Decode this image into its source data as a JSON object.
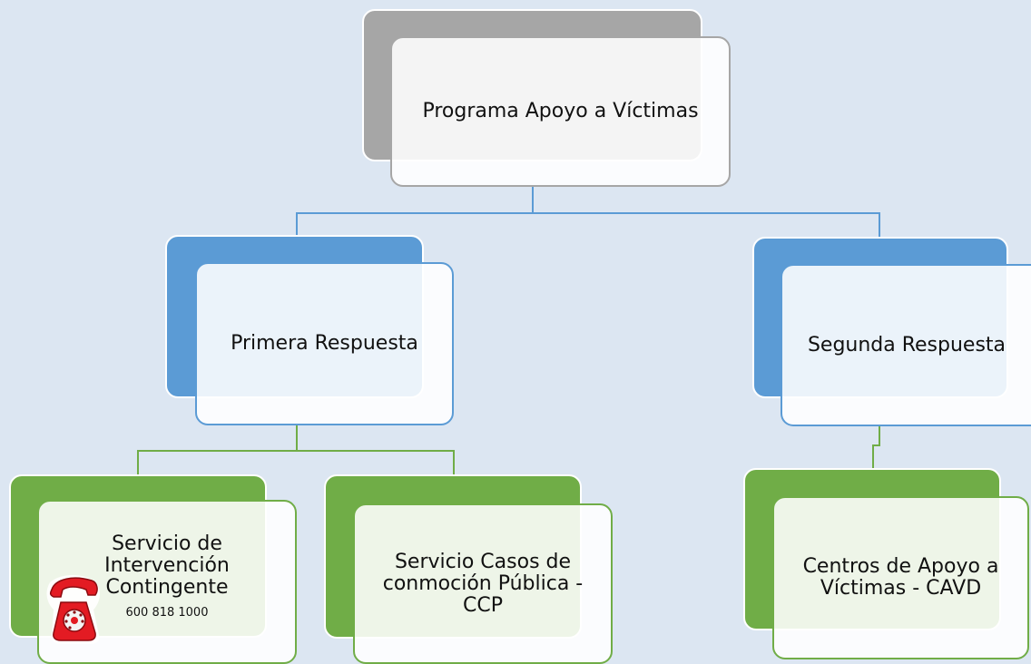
{
  "diagram": {
    "root": {
      "label": "Programa Apoyo a Víctimas"
    },
    "level1": [
      {
        "label": "Primera Respuesta"
      },
      {
        "label": "Segunda Respuesta"
      }
    ],
    "level2": [
      {
        "lines": [
          "Servicio de",
          "Intervención",
          "Contingente"
        ],
        "phone": "600 818 1000"
      },
      {
        "lines": [
          "Servicio Casos de",
          "conmoción Pública -",
          "CCP"
        ]
      },
      {
        "lines": [
          "Centros de Apoyo a",
          "Víctimas - CAVD"
        ]
      }
    ]
  },
  "colors": {
    "background": "#dce6f2",
    "root_accent": "#a6a6a6",
    "root_border": "#a6a6a6",
    "level1_accent": "#5b9bd5",
    "level1_border": "#5b9bd5",
    "level2_accent": "#70ad47",
    "level2_border": "#70ad47",
    "phone_icon": "#e31b23"
  },
  "icons": {
    "phone": "telephone-icon"
  }
}
